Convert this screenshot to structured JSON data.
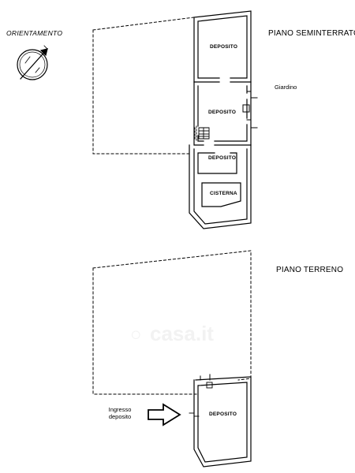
{
  "orientation": {
    "label": "ORIENTAMENTO"
  },
  "semi_basement": {
    "title": "PIANO SEMINTERRATO",
    "rooms": [
      "DEPOSITO",
      "DEPOSITO",
      "DEPOSITO",
      "CISTERNA"
    ],
    "garden_label": "Giardino"
  },
  "ground_floor": {
    "title": "PIANO TERRENO",
    "room": "DEPOSITO",
    "entrance_line1": "Ingresso",
    "entrance_line2": "deposito"
  },
  "watermark": "casa.it",
  "colors": {
    "line": "#000000",
    "background": "#ffffff"
  }
}
